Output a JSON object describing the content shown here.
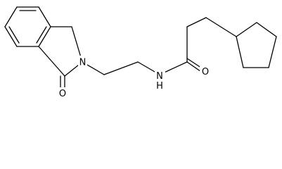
{
  "molecule": {
    "atoms": {
      "ring_nitrogen": "N",
      "lactam_oxygen": "O",
      "amide_nitrogen_hydrogen": "H",
      "amide_nitrogen": "N",
      "amide_oxygen": "O"
    },
    "colors": {
      "bond": "#000000",
      "background": "#ffffff"
    }
  }
}
